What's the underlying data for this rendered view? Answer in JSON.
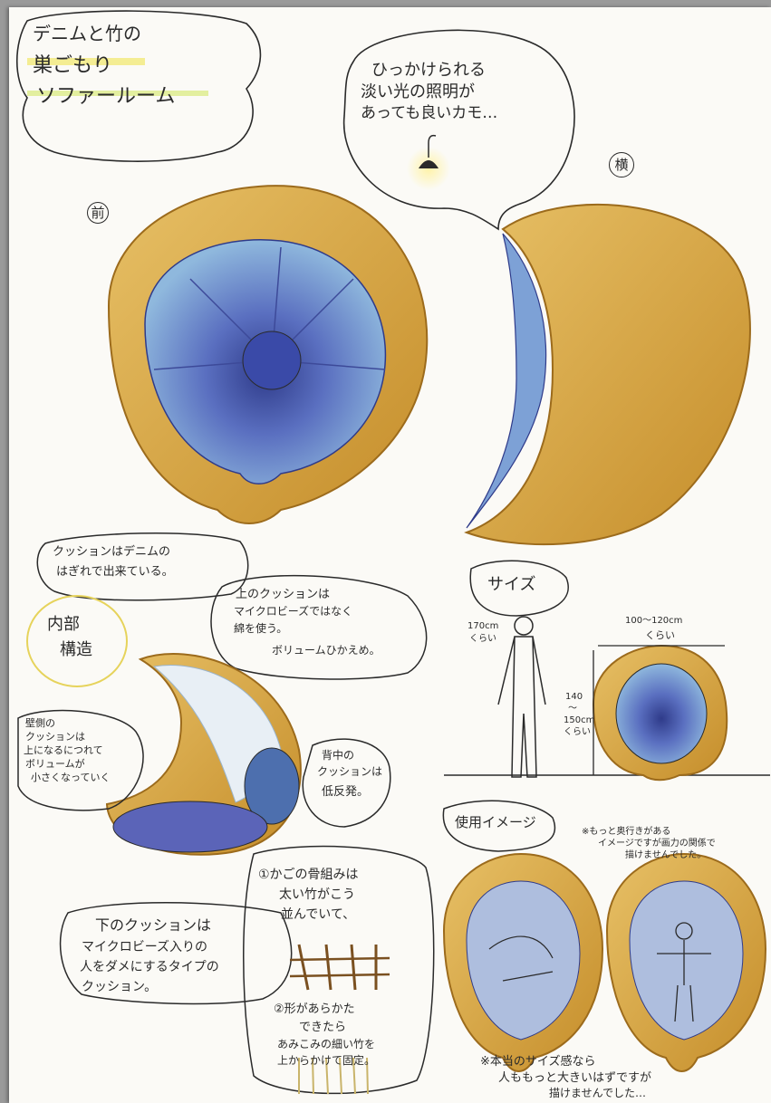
{
  "sheet": {
    "title_line1": "デニムと竹の",
    "title_line2": "巣ごもり",
    "title_line3": "ソファールーム",
    "lamp_note_line1": "ひっかけられる",
    "lamp_note_line2": "淡い光の照明が",
    "lamp_note_line3": "あっても良いカモ…",
    "view_front": "前",
    "view_side": "横",
    "cushion_note_line1": "クッションはデニムの",
    "cushion_note_line2": "はぎれで出来ている。",
    "interior_label_line1": "内部",
    "interior_label_line2": "構造",
    "upper_note_line1": "上のクッションは",
    "upper_note_line2": "マイクロビーズではなく",
    "upper_note_line3": "綿を使う。",
    "upper_note_line4": "ボリュームひかえめ。",
    "wall_note_line1": "壁側の",
    "wall_note_line2": "クッションは",
    "wall_note_line3": "上になるにつれて",
    "wall_note_line4": "ボリュームが",
    "wall_note_line5": "小さくなっていく",
    "back_note_line1": "背中の",
    "back_note_line2": "クッションは",
    "back_note_line3": "低反発。",
    "lower_note_line1": "下のクッションは",
    "lower_note_line2": "マイクロビーズ入りの",
    "lower_note_line3": "人をダメにするタイプの",
    "lower_note_line4": "クッション。",
    "frame_note1_line1": "①かごの骨組みは",
    "frame_note1_line2": "太い竹がこう",
    "frame_note1_line3": "並んでいて、",
    "frame_note2_line1": "②形があらかた",
    "frame_note2_line2": "できたら",
    "frame_note2_line3": "あみこみの細い竹を",
    "frame_note2_line4": "上からかけて固定。",
    "size_label": "サイズ",
    "person_height_line1": "170cm",
    "person_height_line2": "くらい",
    "width_label_line1": "100〜120cm",
    "width_label_line2": "くらい",
    "height_label_line1": "140",
    "height_label_line2": "〜",
    "height_label_line3": "150cm",
    "height_label_line4": "くらい",
    "usage_label": "使用イメージ",
    "usage_note_line1": "※もっと奥行きがある",
    "usage_note_line2": "イメージですが画力の関係で",
    "usage_note_line3": "描けませんでした。",
    "scale_note_line1": "※本当のサイズ感なら",
    "scale_note_line2": "人ももっと大きいはずですが",
    "scale_note_line3": "描けませんでした…"
  },
  "colors": {
    "bamboo": "#d8a93c",
    "bamboo_dark": "#9c6b1c",
    "denim_light": "#8fb8dd",
    "denim_mid": "#5a6fc0",
    "denim_deep": "#2f3b8a",
    "ink": "#2a2a2a",
    "paper": "#fbfaf6"
  },
  "icons": [
    "lamp-icon",
    "person-figure-icon",
    "bamboo-frame-icon"
  ]
}
